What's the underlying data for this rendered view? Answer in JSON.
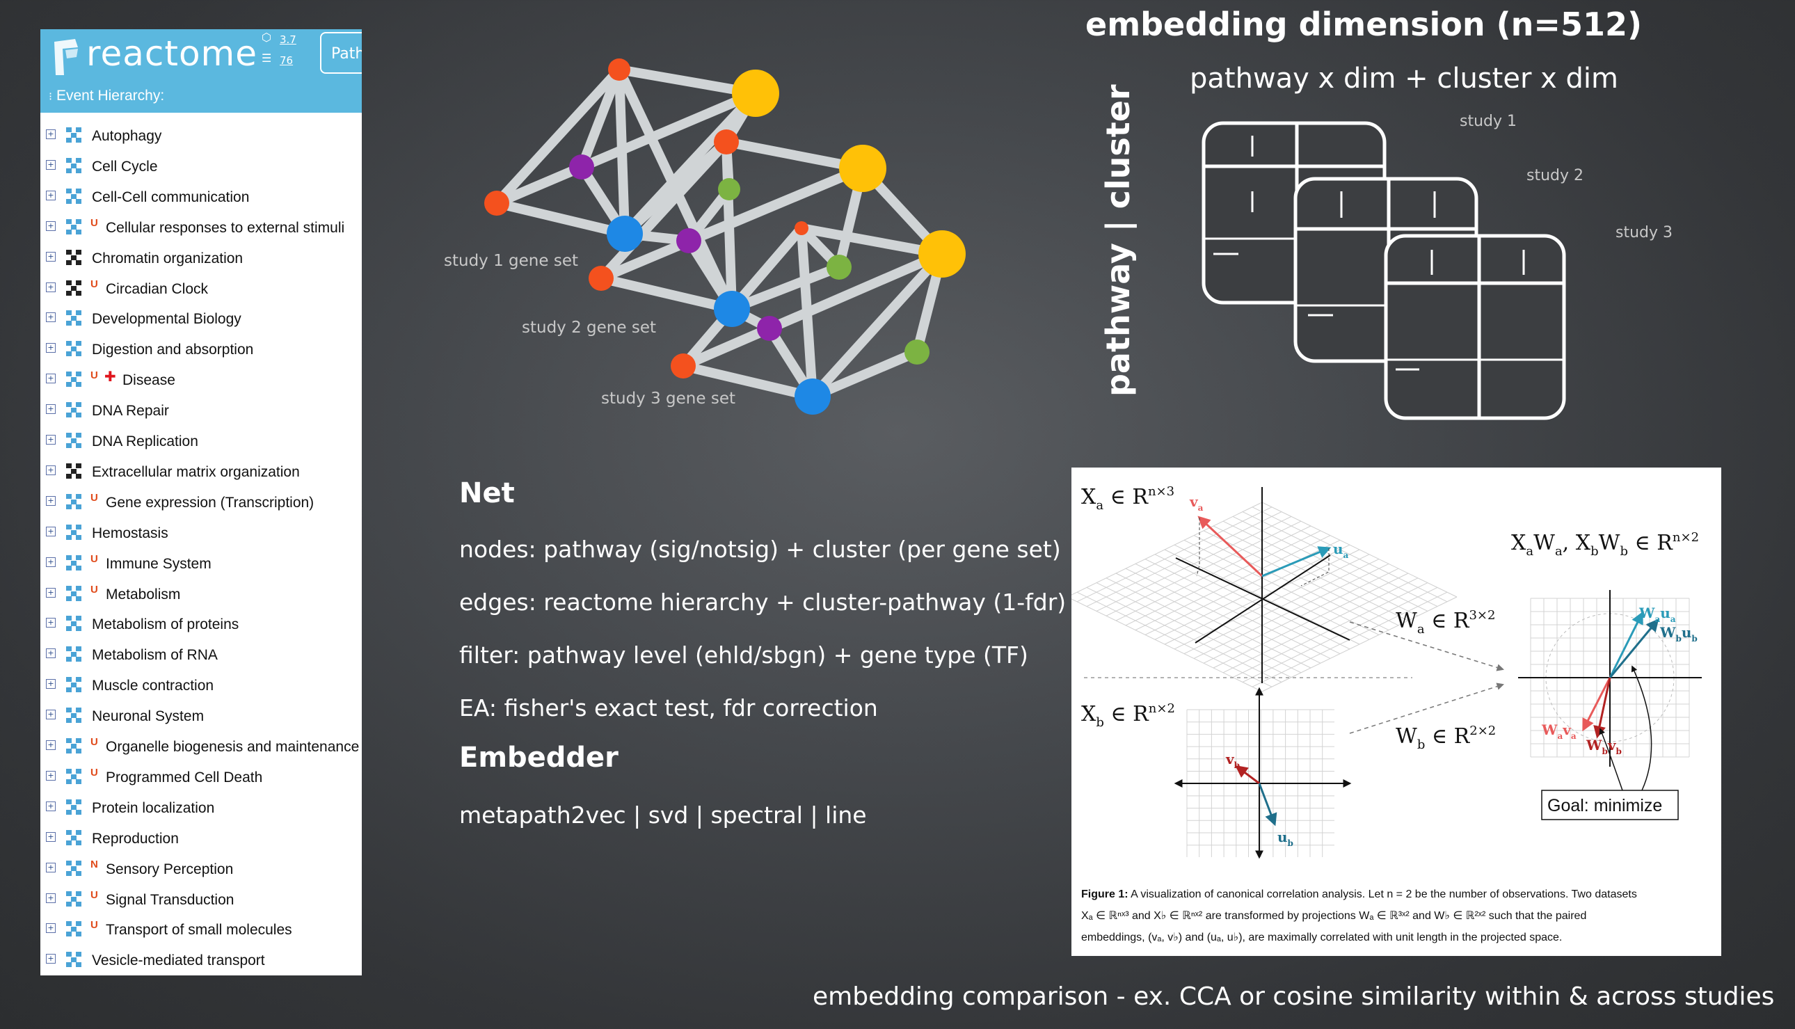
{
  "reactome": {
    "logo": "reactome",
    "stat1": "3.7",
    "stat2": "76",
    "path_button": "Path",
    "hierarchy_label": "Event Hierarchy:",
    "items": [
      {
        "label": "Autophagy",
        "badge": "",
        "cross": false,
        "dark": false
      },
      {
        "label": "Cell Cycle",
        "badge": "",
        "cross": false,
        "dark": false
      },
      {
        "label": "Cell-Cell communication",
        "badge": "",
        "cross": false,
        "dark": false
      },
      {
        "label": "Cellular responses to external stimuli",
        "badge": "U",
        "cross": false,
        "dark": false
      },
      {
        "label": "Chromatin organization",
        "badge": "",
        "cross": false,
        "dark": true
      },
      {
        "label": "Circadian Clock",
        "badge": "U",
        "cross": false,
        "dark": true
      },
      {
        "label": "Developmental Biology",
        "badge": "",
        "cross": false,
        "dark": false
      },
      {
        "label": "Digestion and absorption",
        "badge": "",
        "cross": false,
        "dark": false
      },
      {
        "label": "Disease",
        "badge": "U",
        "cross": true,
        "dark": false
      },
      {
        "label": "DNA Repair",
        "badge": "",
        "cross": false,
        "dark": false
      },
      {
        "label": "DNA Replication",
        "badge": "",
        "cross": false,
        "dark": false
      },
      {
        "label": "Extracellular matrix organization",
        "badge": "",
        "cross": false,
        "dark": true
      },
      {
        "label": "Gene expression (Transcription)",
        "badge": "U",
        "cross": false,
        "dark": false
      },
      {
        "label": "Hemostasis",
        "badge": "",
        "cross": false,
        "dark": false
      },
      {
        "label": "Immune System",
        "badge": "U",
        "cross": false,
        "dark": false
      },
      {
        "label": "Metabolism",
        "badge": "U",
        "cross": false,
        "dark": false
      },
      {
        "label": "Metabolism of proteins",
        "badge": "",
        "cross": false,
        "dark": false
      },
      {
        "label": "Metabolism of RNA",
        "badge": "",
        "cross": false,
        "dark": false
      },
      {
        "label": "Muscle contraction",
        "badge": "",
        "cross": false,
        "dark": false
      },
      {
        "label": "Neuronal System",
        "badge": "",
        "cross": false,
        "dark": false
      },
      {
        "label": "Organelle biogenesis and maintenance",
        "badge": "U",
        "cross": false,
        "dark": false
      },
      {
        "label": "Programmed Cell Death",
        "badge": "U",
        "cross": false,
        "dark": false
      },
      {
        "label": "Protein localization",
        "badge": "",
        "cross": false,
        "dark": false
      },
      {
        "label": "Reproduction",
        "badge": "",
        "cross": false,
        "dark": false
      },
      {
        "label": "Sensory Perception",
        "badge": "N",
        "cross": false,
        "dark": false
      },
      {
        "label": "Signal Transduction",
        "badge": "U",
        "cross": false,
        "dark": false
      },
      {
        "label": "Transport of small molecules",
        "badge": "U",
        "cross": false,
        "dark": false
      },
      {
        "label": "Vesicle-mediated transport",
        "badge": "",
        "cross": false,
        "dark": false
      }
    ],
    "colors": {
      "header": "#5bb8df",
      "badge": "#e04a1a",
      "cross": "#e0161d",
      "icon": "#4aa3d6"
    }
  },
  "network": {
    "labels": [
      "study 1 gene set",
      "study 2 gene set",
      "study 3 gene set"
    ],
    "colors": {
      "edge": "#d0d4d6",
      "red": "#f4511e",
      "yellow": "#ffc107",
      "purple": "#8e24aa",
      "blue": "#1e88e5",
      "green": "#7cb342"
    }
  },
  "embedding": {
    "title": "embedding dimension (n=512)",
    "subtitle": "pathway x dim + cluster x dim",
    "axis_label": "pathway | cluster",
    "studies": [
      "study 1",
      "study 2",
      "study 3"
    ]
  },
  "text": {
    "net_title": "Net",
    "net_lines": [
      "nodes: pathway (sig/notsig) + cluster (per gene set)",
      "edges: reactome hierarchy + cluster-pathway (1-fdr)",
      "filter: pathway level (ehld/sbgn) + gene type (TF)",
      "EA: fisher's exact test, fdr correction"
    ],
    "embedder_title": "Embedder",
    "embedder_line": "metapath2vec | svd | spectral | line"
  },
  "cca": {
    "label_xa_base": "X",
    "label_xa_sub": "a",
    "label_xa_rest": " ∈ R",
    "label_xa_sup": "n×3",
    "label_xb_base": "X",
    "label_xb_sub": "b",
    "label_xb_rest": " ∈ R",
    "label_xb_sup": "n×2",
    "label_wa": "W",
    "label_wa_sub": "a",
    "label_wa_rest": " ∈ R",
    "label_wa_sup": "3×2",
    "label_wb": "W",
    "label_wb_sub": "b",
    "label_wb_rest": " ∈ R",
    "label_wb_sup": "2×2",
    "label_proj": "X",
    "label_proj_rest": " ∈ R",
    "label_proj_sup": "n×2",
    "vec_va": "v",
    "vec_ua": "u",
    "vec_vb": "v",
    "vec_ub": "u",
    "sub_a": "a",
    "sub_b": "b",
    "goal": "Goal: minimize",
    "caption_bold": "Figure 1:",
    "caption_line1": " A visualization of canonical correlation analysis. Let n = 2 be the number of observations. Two datasets",
    "caption_line2": "Xₐ ∈ ℝⁿˣ³ and X♭ ∈ ℝⁿˣ² are transformed by projections Wₐ ∈ ℝ³ˣ² and W♭ ∈ ℝ²ˣ² such that the paired",
    "caption_line3": "embeddings, (vₐ, v♭) and (uₐ, u♭), are maximally correlated with unit length in the projected space.",
    "colors": {
      "red": "#e85a5a",
      "teal": "#2a9bb8",
      "darkred": "#b22222",
      "darkteal": "#1f6f8b"
    }
  },
  "footer": "embedding comparison - ex. CCA or cosine similarity within & across studies"
}
